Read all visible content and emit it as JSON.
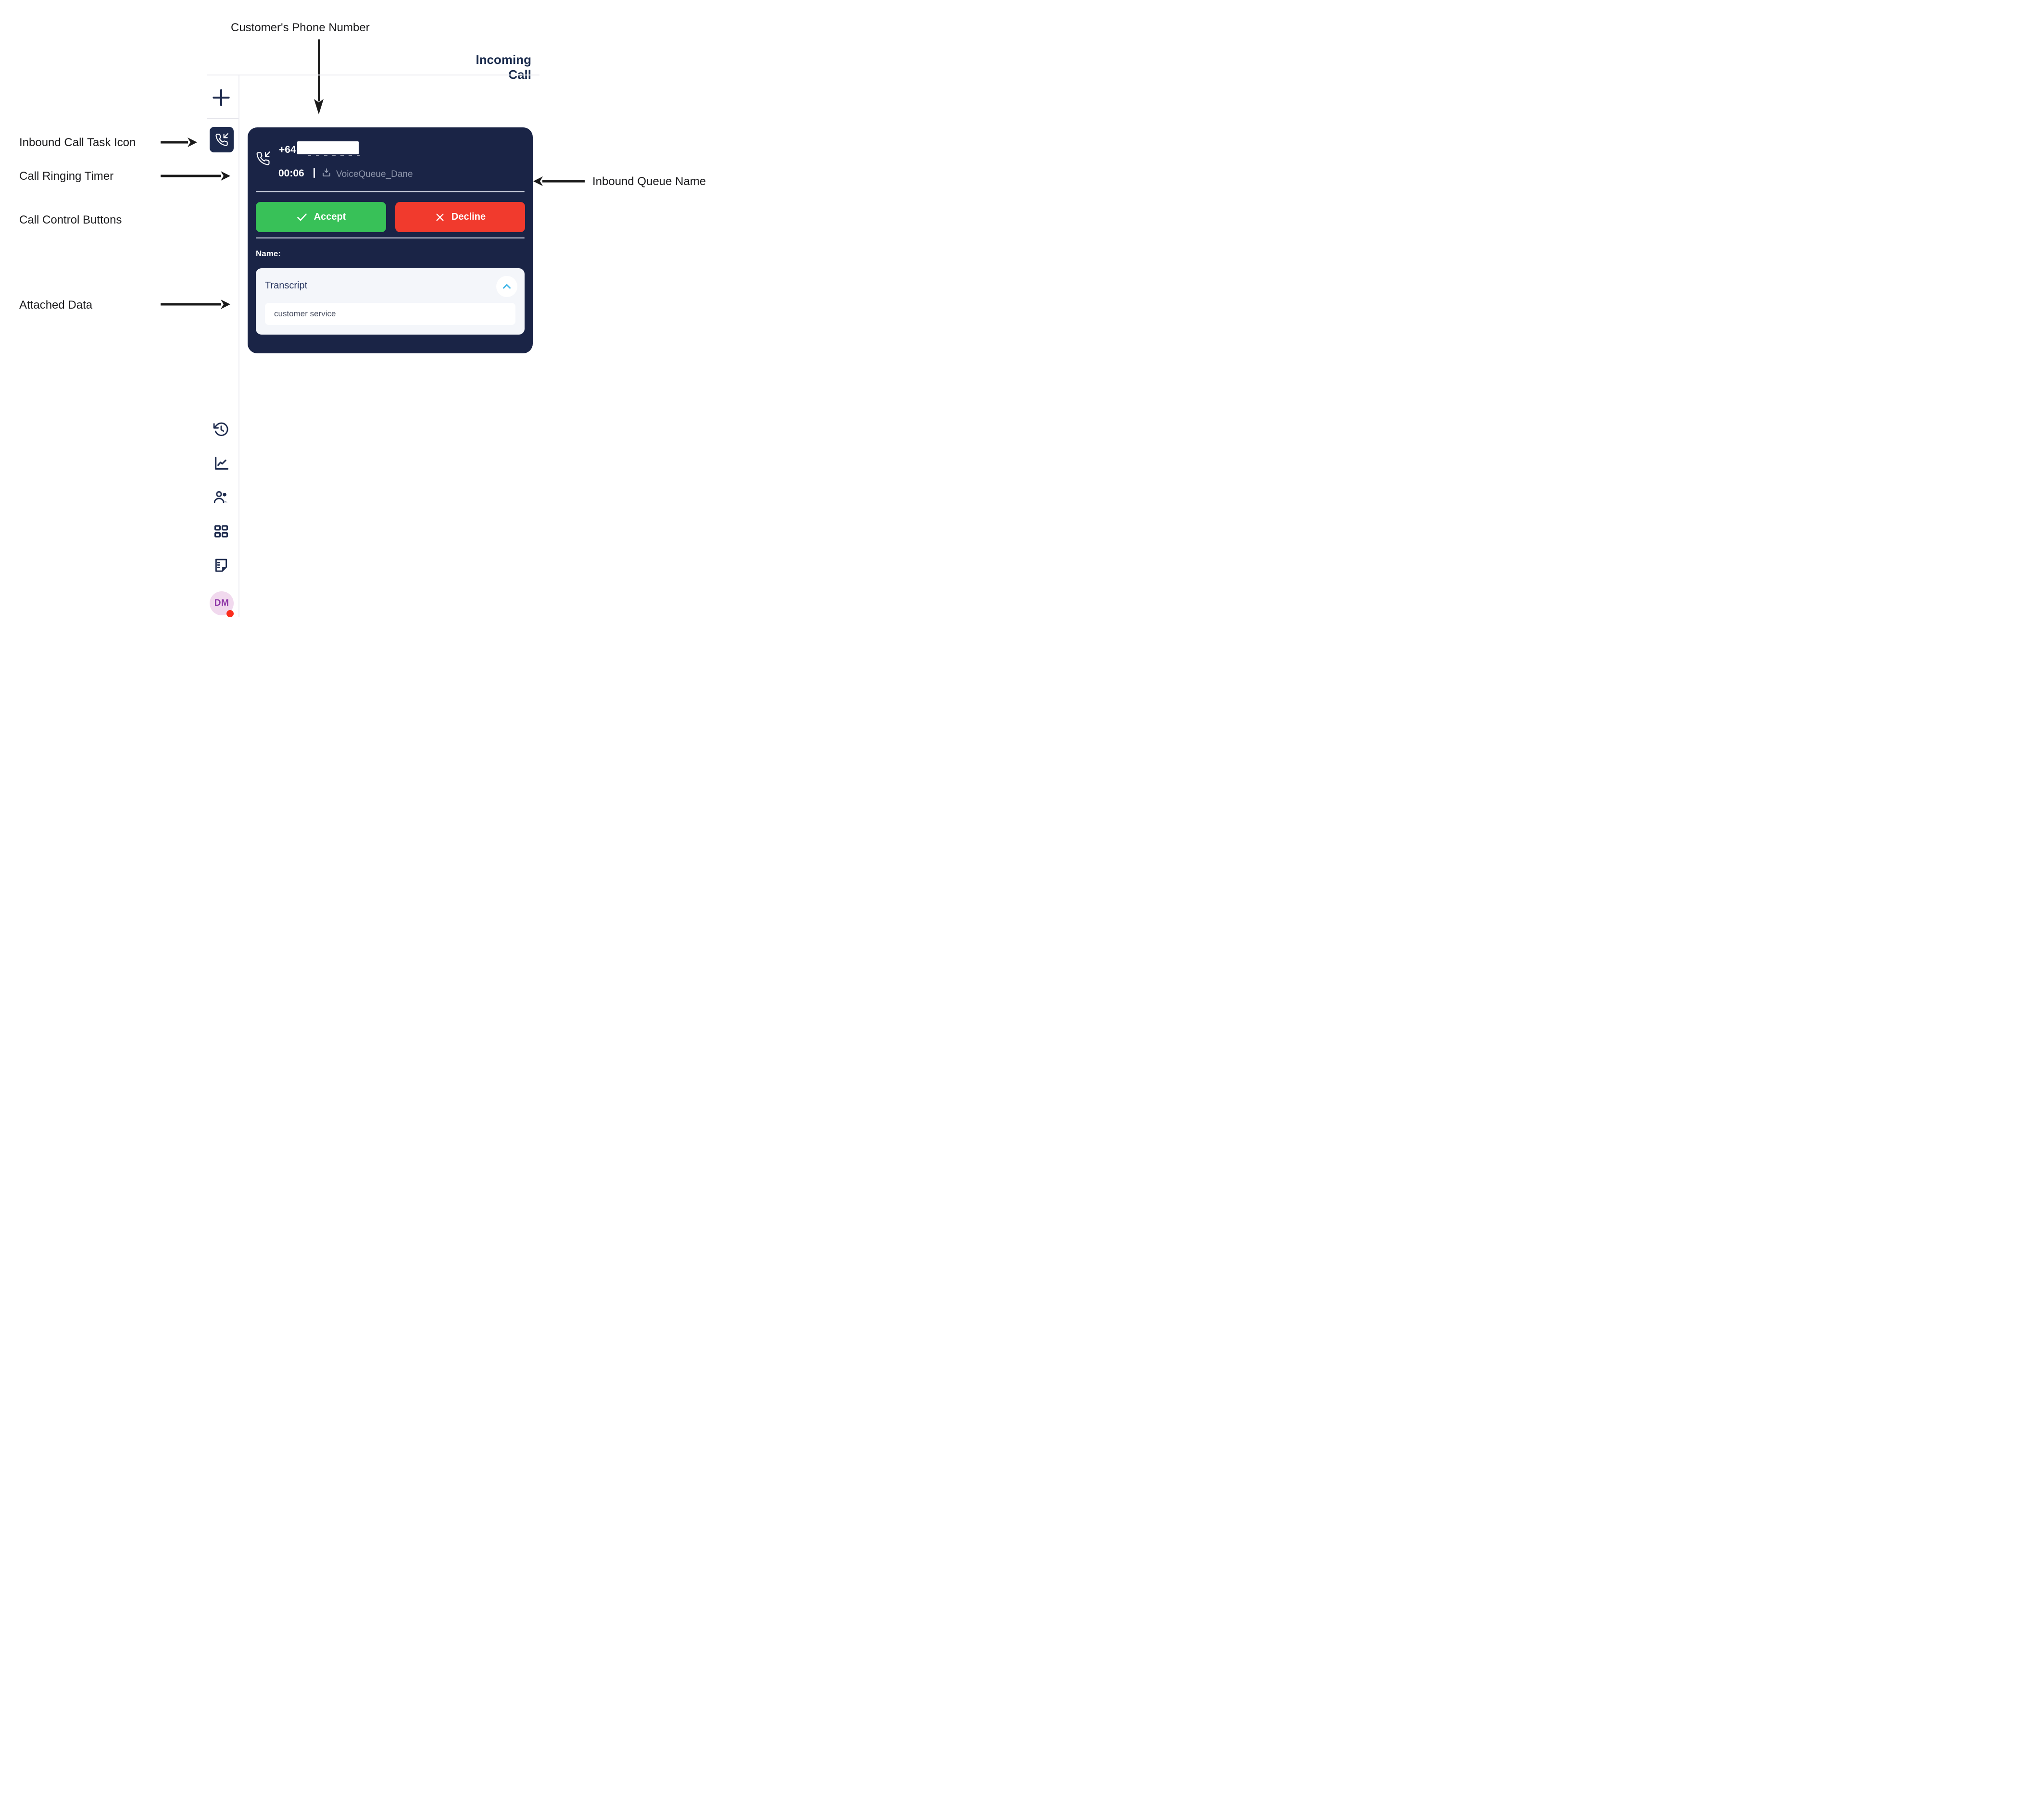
{
  "annotations": {
    "customer_phone": "Customer's Phone Number",
    "inbound_task": "Inbound Call Task Icon",
    "ringing_timer": "Call Ringing Timer",
    "control_buttons": "Call Control Buttons",
    "attached_data": "Attached Data",
    "queue_name": "Inbound Queue Name"
  },
  "header": {
    "title": "Incoming Call"
  },
  "sidebar": {
    "icons": [
      "plus-icon",
      "inbound-call-icon",
      "history-icon",
      "insights-chart-icon",
      "agents-icon",
      "grid-icon",
      "notes-icon"
    ],
    "avatar": {
      "initials": "DM"
    }
  },
  "call_card": {
    "phone_prefix": "+64",
    "ringing_timer": "00:06",
    "queue_name": "VoiceQueue_Dane",
    "accept_label": "Accept",
    "decline_label": "Decline",
    "name_label": "Name:",
    "attached_data": {
      "title": "Transcript",
      "value": "customer service"
    }
  },
  "colors": {
    "card_navy": "#1a2446",
    "icon_navy": "#1d2a4d",
    "header_text_navy": "#1a2b4d",
    "accept_green": "#38c158",
    "decline_red": "#f13a2d",
    "muted_gray_text": "#8e96ab",
    "chevron_blue": "#41b6e8",
    "panel_bg": "#f4f6fa",
    "avatar_pink": "#f1d9ee",
    "avatar_initials_purple": "#8d35a6",
    "presence_red": "#fb2e1e",
    "divider_gray": "#ececf1",
    "annotation_black": "#1b1b1d"
  }
}
